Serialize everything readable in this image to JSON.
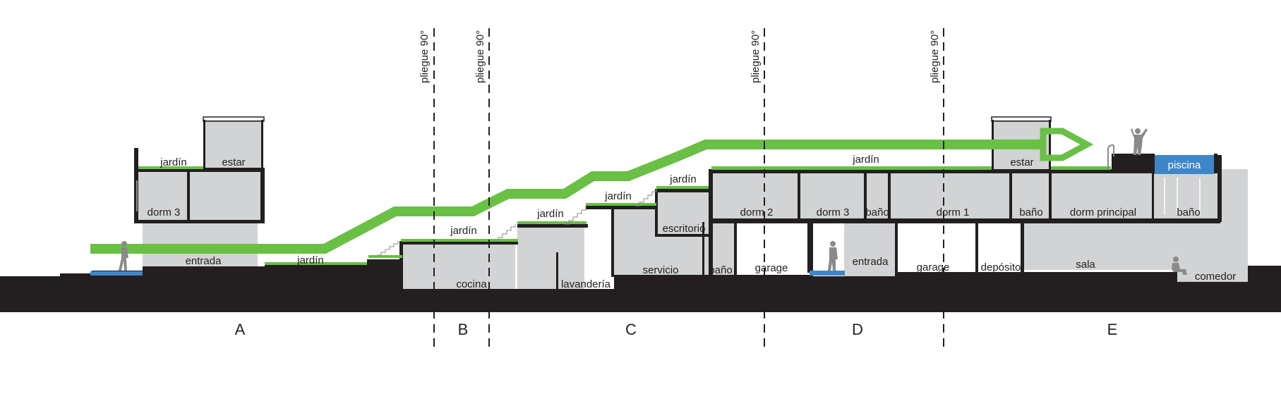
{
  "diagram": {
    "sections": [
      "A",
      "B",
      "C",
      "D",
      "E"
    ],
    "fold_label": "pliegue 90°",
    "rooms": {
      "jardin": "jardín",
      "estar": "estar",
      "dorm3": "dorm 3",
      "entrada": "entrada",
      "cocina": "cocina",
      "lavanderia": "lavandería",
      "servicio": "servicio",
      "escritorio": "escritorio",
      "bano": "baño",
      "dorm2": "dorm 2",
      "garage": "garage",
      "dorm1": "dorm 1",
      "deposito": "depósito",
      "dorm_principal": "dorm principal",
      "sala": "sala",
      "comedor": "comedor",
      "piscina": "piscina"
    },
    "colors": {
      "ground": "#231f20",
      "room_fill": "#d1d3d4",
      "green_path": "#6abf45",
      "water": "#3f86c8",
      "figure": "#8a8a8a"
    }
  }
}
